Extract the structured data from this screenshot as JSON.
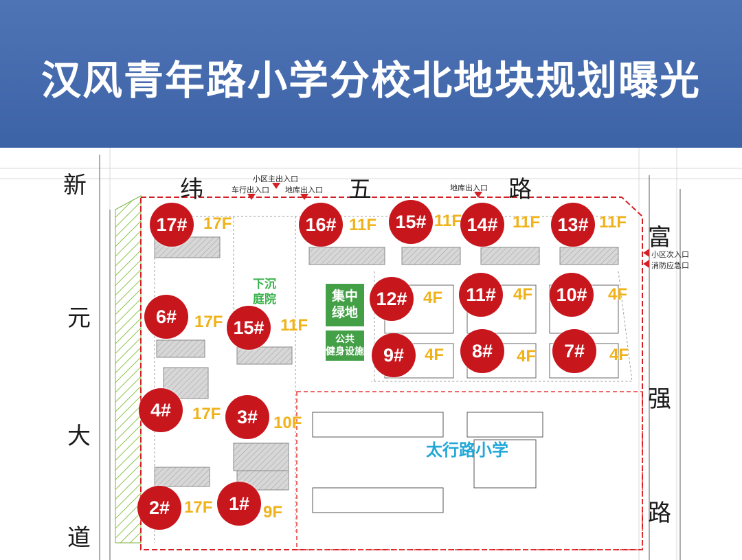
{
  "header": {
    "title": "汉风青年路小学分校北地块规划曝光"
  },
  "roads": {
    "west": [
      "新",
      "元",
      "大",
      "道"
    ],
    "north": [
      "纬",
      "五",
      "路"
    ],
    "east": [
      "富",
      "强",
      "路"
    ]
  },
  "entrances": {
    "main": "小区主出入口",
    "vehicle": "车行出入口",
    "garage_north": "地库出入口",
    "garage_ne": "地库出入口",
    "secondary": "小区次入口",
    "fire": "消防应急口"
  },
  "buildings": [
    {
      "id": "17#",
      "floors": "17F"
    },
    {
      "id": "16#",
      "floors": "11F"
    },
    {
      "id": "15#",
      "floors": "11F"
    },
    {
      "id": "14#",
      "floors": "11F"
    },
    {
      "id": "13#",
      "floors": "11F"
    },
    {
      "id": "6#",
      "floors": "17F"
    },
    {
      "id": "15#",
      "floors": "11F"
    },
    {
      "id": "12#",
      "floors": "4F"
    },
    {
      "id": "11#",
      "floors": "4F"
    },
    {
      "id": "10#",
      "floors": "4F"
    },
    {
      "id": "9#",
      "floors": "4F"
    },
    {
      "id": "8#",
      "floors": "4F"
    },
    {
      "id": "7#",
      "floors": "4F"
    },
    {
      "id": "4#",
      "floors": "17F"
    },
    {
      "id": "3#",
      "floors": "10F"
    },
    {
      "id": "2#",
      "floors": "17F"
    },
    {
      "id": "1#",
      "floors": "9F"
    }
  ],
  "features": {
    "green_center": "集中\n绿地",
    "fitness": "公共\n健身设施",
    "sunken_courtyard": "下沉\n庭院",
    "school": "太行路小学"
  },
  "colors": {
    "marker": "#c8161d",
    "floors": "#f0b21a",
    "header": "#3c63a6",
    "green": "#43a047"
  }
}
